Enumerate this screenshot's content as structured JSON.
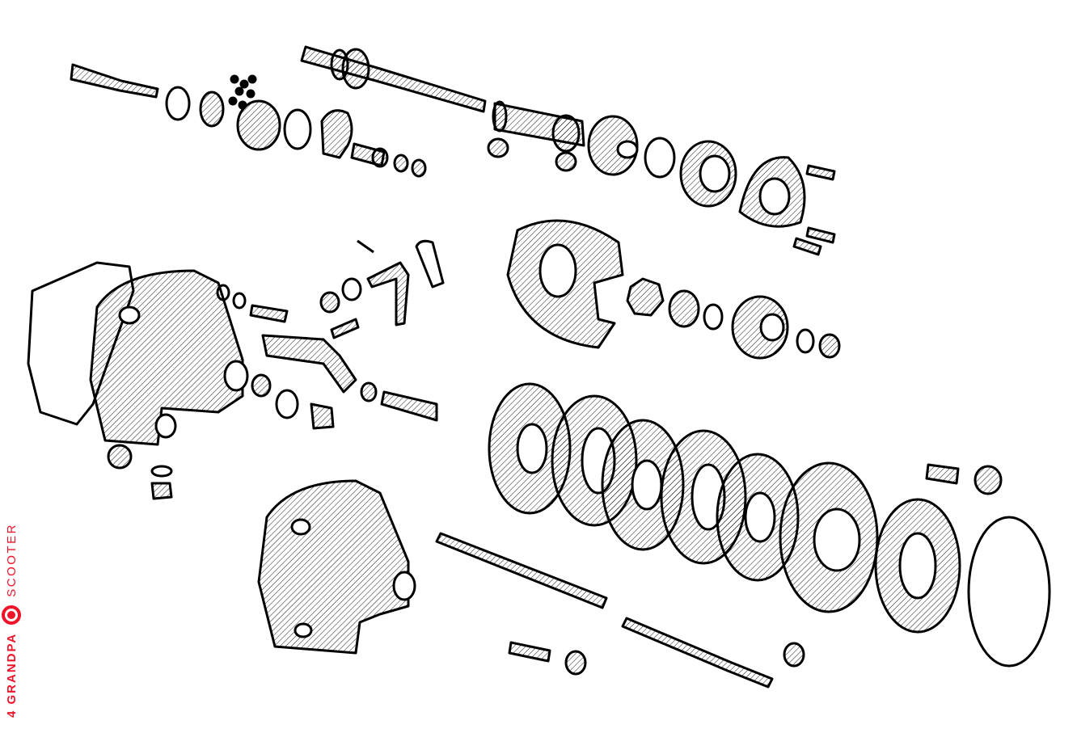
{
  "brand": {
    "name": "4 GRANDPA",
    "tagline": "SCOOTER",
    "color": "#f0142a"
  },
  "illustration": {
    "subject": "exploded-view-scooter-gearbox-and-clutch",
    "line_color": "#000000"
  }
}
